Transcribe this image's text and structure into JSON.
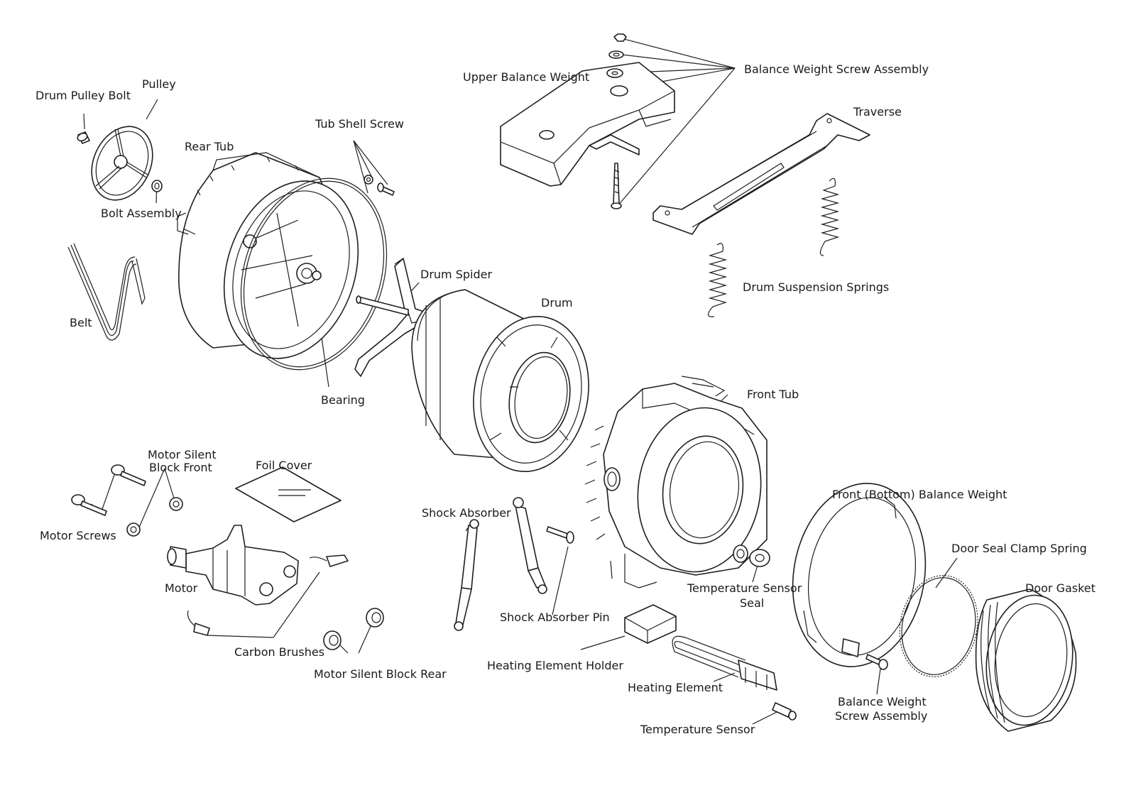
{
  "labels": {
    "drum_pulley_bolt": "Drum Pulley Bolt",
    "pulley": "Pulley",
    "rear_tub": "Rear Tub",
    "tub_shell_screw": "Tub Shell Screw",
    "bolt_assembly": "Bolt Assembly",
    "belt": "Belt",
    "bearing": "Bearing",
    "drum_spider": "Drum Spider",
    "drum": "Drum",
    "upper_balance_weight": "Upper Balance Weight",
    "balance_weight_screw_assembly_top": "Balance Weight Screw Assembly",
    "traverse": "Traverse",
    "drum_suspension_springs": "Drum Suspension Springs",
    "front_tub": "Front Tub",
    "motor_silent_block_front_1": "Motor Silent",
    "motor_silent_block_front_2": "Block Front",
    "foil_cover": "Foil Cover",
    "motor_screws": "Motor Screws",
    "motor": "Motor",
    "carbon_brushes": "Carbon Brushes",
    "motor_silent_block_rear": "Motor Silent Block Rear",
    "shock_absorber": "Shock Absorber",
    "shock_absorber_pin": "Shock Absorber Pin",
    "heating_element_holder": "Heating Element Holder",
    "heating_element": "Heating Element",
    "temperature_sensor": "Temperature Sensor",
    "temperature_sensor_seal_1": "Temperature Sensor",
    "temperature_sensor_seal_2": "Seal",
    "front_bottom_balance_weight": "Front (Bottom) Balance Weight",
    "door_seal_clamp_spring": "Door Seal Clamp Spring",
    "door_gasket": "Door Gasket",
    "balance_weight_screw_assembly_bottom_1": "Balance Weight",
    "balance_weight_screw_assembly_bottom_2": "Screw Assembly"
  }
}
